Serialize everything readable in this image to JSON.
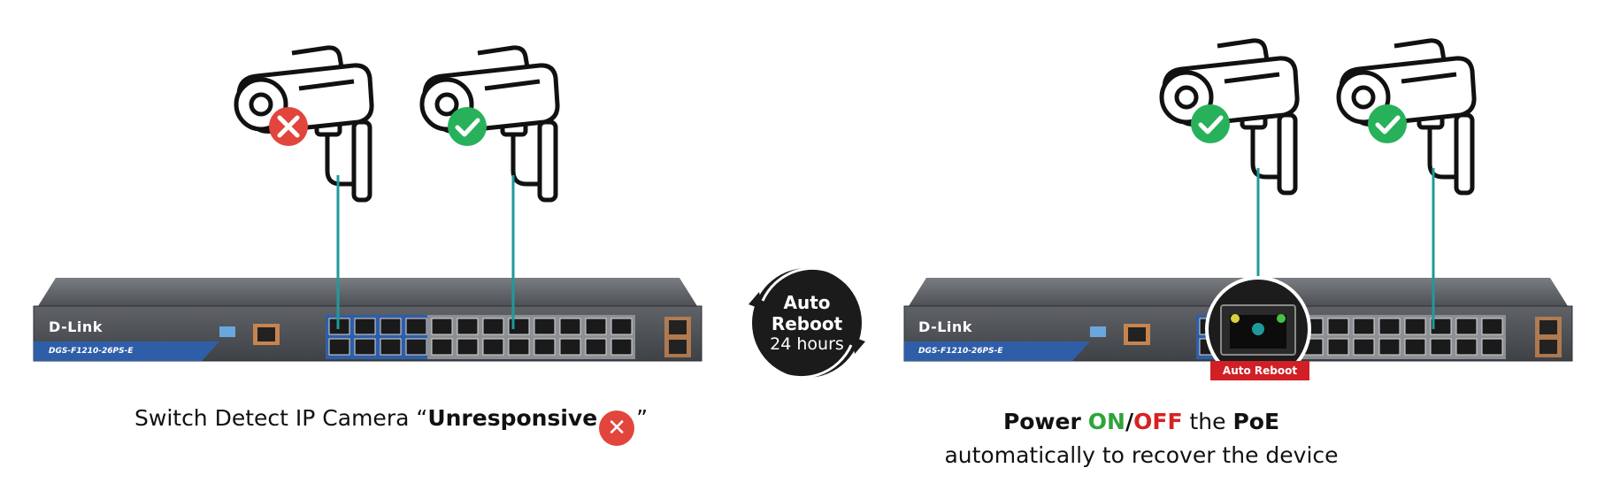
{
  "left_panel": {
    "switch": {
      "brand": "D-Link",
      "model": "DGS-F1210-26PS-E"
    },
    "cameras": [
      {
        "status": "unresponsive",
        "status_icon": "x-icon",
        "status_color": "#e2453c"
      },
      {
        "status": "ok",
        "status_icon": "check-icon",
        "status_color": "#27b15b"
      }
    ],
    "caption": {
      "prefix": "Switch Detect IP Camera “",
      "bold": "Unresponsive",
      "suffix": "”"
    }
  },
  "center": {
    "line1": "Auto",
    "line2": "Reboot",
    "line3": "24 hours"
  },
  "right_panel": {
    "switch": {
      "brand": "D-Link",
      "model": "DGS-F1210-26PS-E"
    },
    "cameras": [
      {
        "status": "ok",
        "status_icon": "check-icon",
        "status_color": "#27b15b"
      },
      {
        "status": "ok",
        "status_icon": "check-icon",
        "status_color": "#27b15b"
      }
    ],
    "zoom_badge": "Auto Reboot",
    "caption": {
      "power": "Power",
      "on": "ON",
      "slash": "/",
      "off": "OFF",
      "the": "the",
      "poe": "PoE",
      "line2": "automatically to recover the device"
    }
  },
  "colors": {
    "cable": "#1f9a9c",
    "switch_body": "#5b5e63",
    "switch_stripe": "#2f5ea8",
    "ok_green": "#27b15b",
    "error_red": "#e2453c",
    "on_green": "#2ea43a",
    "off_red": "#d72222"
  }
}
